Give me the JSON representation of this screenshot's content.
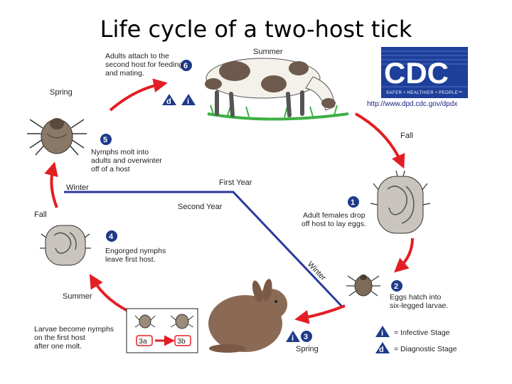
{
  "title": "Life cycle of a two-host tick",
  "cdc": {
    "logo": "CDC",
    "tagline": "SAFER • HEALTHIER • PEOPLE™",
    "url": "http://www.dpd.cdc.gov/dpdx"
  },
  "seasons": {
    "summer_top": "Summer",
    "spring_top": "Spring",
    "fall_right": "Fall",
    "winter_left": "Winter",
    "fall_left": "Fall",
    "summer_bottom": "Summer",
    "spring_bottom": "Spring"
  },
  "timeline": {
    "first_year": "First Year",
    "second_year": "Second Year",
    "winter_diag": "Winter"
  },
  "stages": {
    "s1": {
      "num": "1",
      "line1": "Adult females drop",
      "line2": "off host to lay eggs."
    },
    "s2": {
      "num": "2",
      "line1": "Eggs hatch into",
      "line2": "six-legged larvae."
    },
    "s3": {
      "num": "3"
    },
    "s3a": "3a",
    "s3b": "3b",
    "s3_text": {
      "line1": "Larvae become nymphs",
      "line2": "on the first host",
      "line3": "after one molt."
    },
    "s4": {
      "num": "4",
      "line1": "Engorged nymphs",
      "line2": "leave first host."
    },
    "s5": {
      "num": "5",
      "line1": "Nymphs molt into",
      "line2": "adults and overwinter",
      "line3": "off of a host"
    },
    "s6": {
      "num": "6",
      "line1": "Adults attach to the",
      "line2": "second host for feeding",
      "line3": "and mating."
    }
  },
  "badges": {
    "infective": "i",
    "diagnostic": "d"
  },
  "legend": {
    "infective": "= Infective Stage",
    "diagnostic": "= Diagnostic Stage"
  },
  "colors": {
    "arrow": "#e31e24",
    "timeline": "#2b3a9c",
    "badge": "#1e3a8a",
    "cdc_blue": "#1e3f9a"
  }
}
